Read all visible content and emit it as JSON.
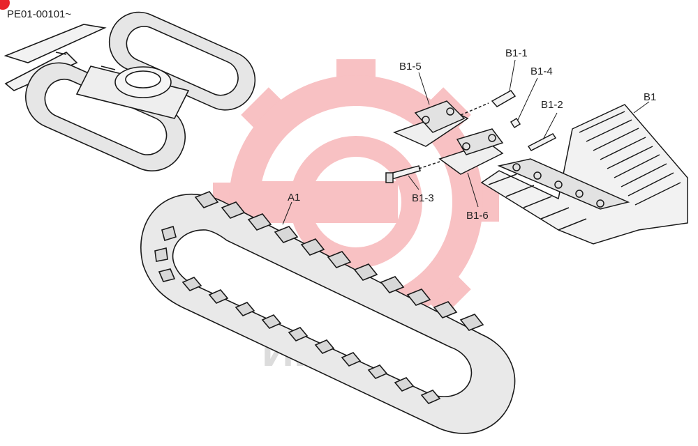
{
  "document": {
    "code": "PE01-00101~"
  },
  "parts": [
    {
      "id": "B1-1",
      "label": "B1-1"
    },
    {
      "id": "B1-5",
      "label": "B1-5"
    },
    {
      "id": "B1-4",
      "label": "B1-4"
    },
    {
      "id": "B1-2",
      "label": "B1-2"
    },
    {
      "id": "B1",
      "label": "B1"
    },
    {
      "id": "B1-3",
      "label": "B1-3"
    },
    {
      "id": "B1-6",
      "label": "B1-6"
    },
    {
      "id": "A1",
      "label": "A1"
    }
  ],
  "watermark": {
    "text": "ИНТЕХ",
    "color": "#e8232a"
  },
  "colors": {
    "line": "#1a1a1a",
    "badge": "#e8232a"
  }
}
